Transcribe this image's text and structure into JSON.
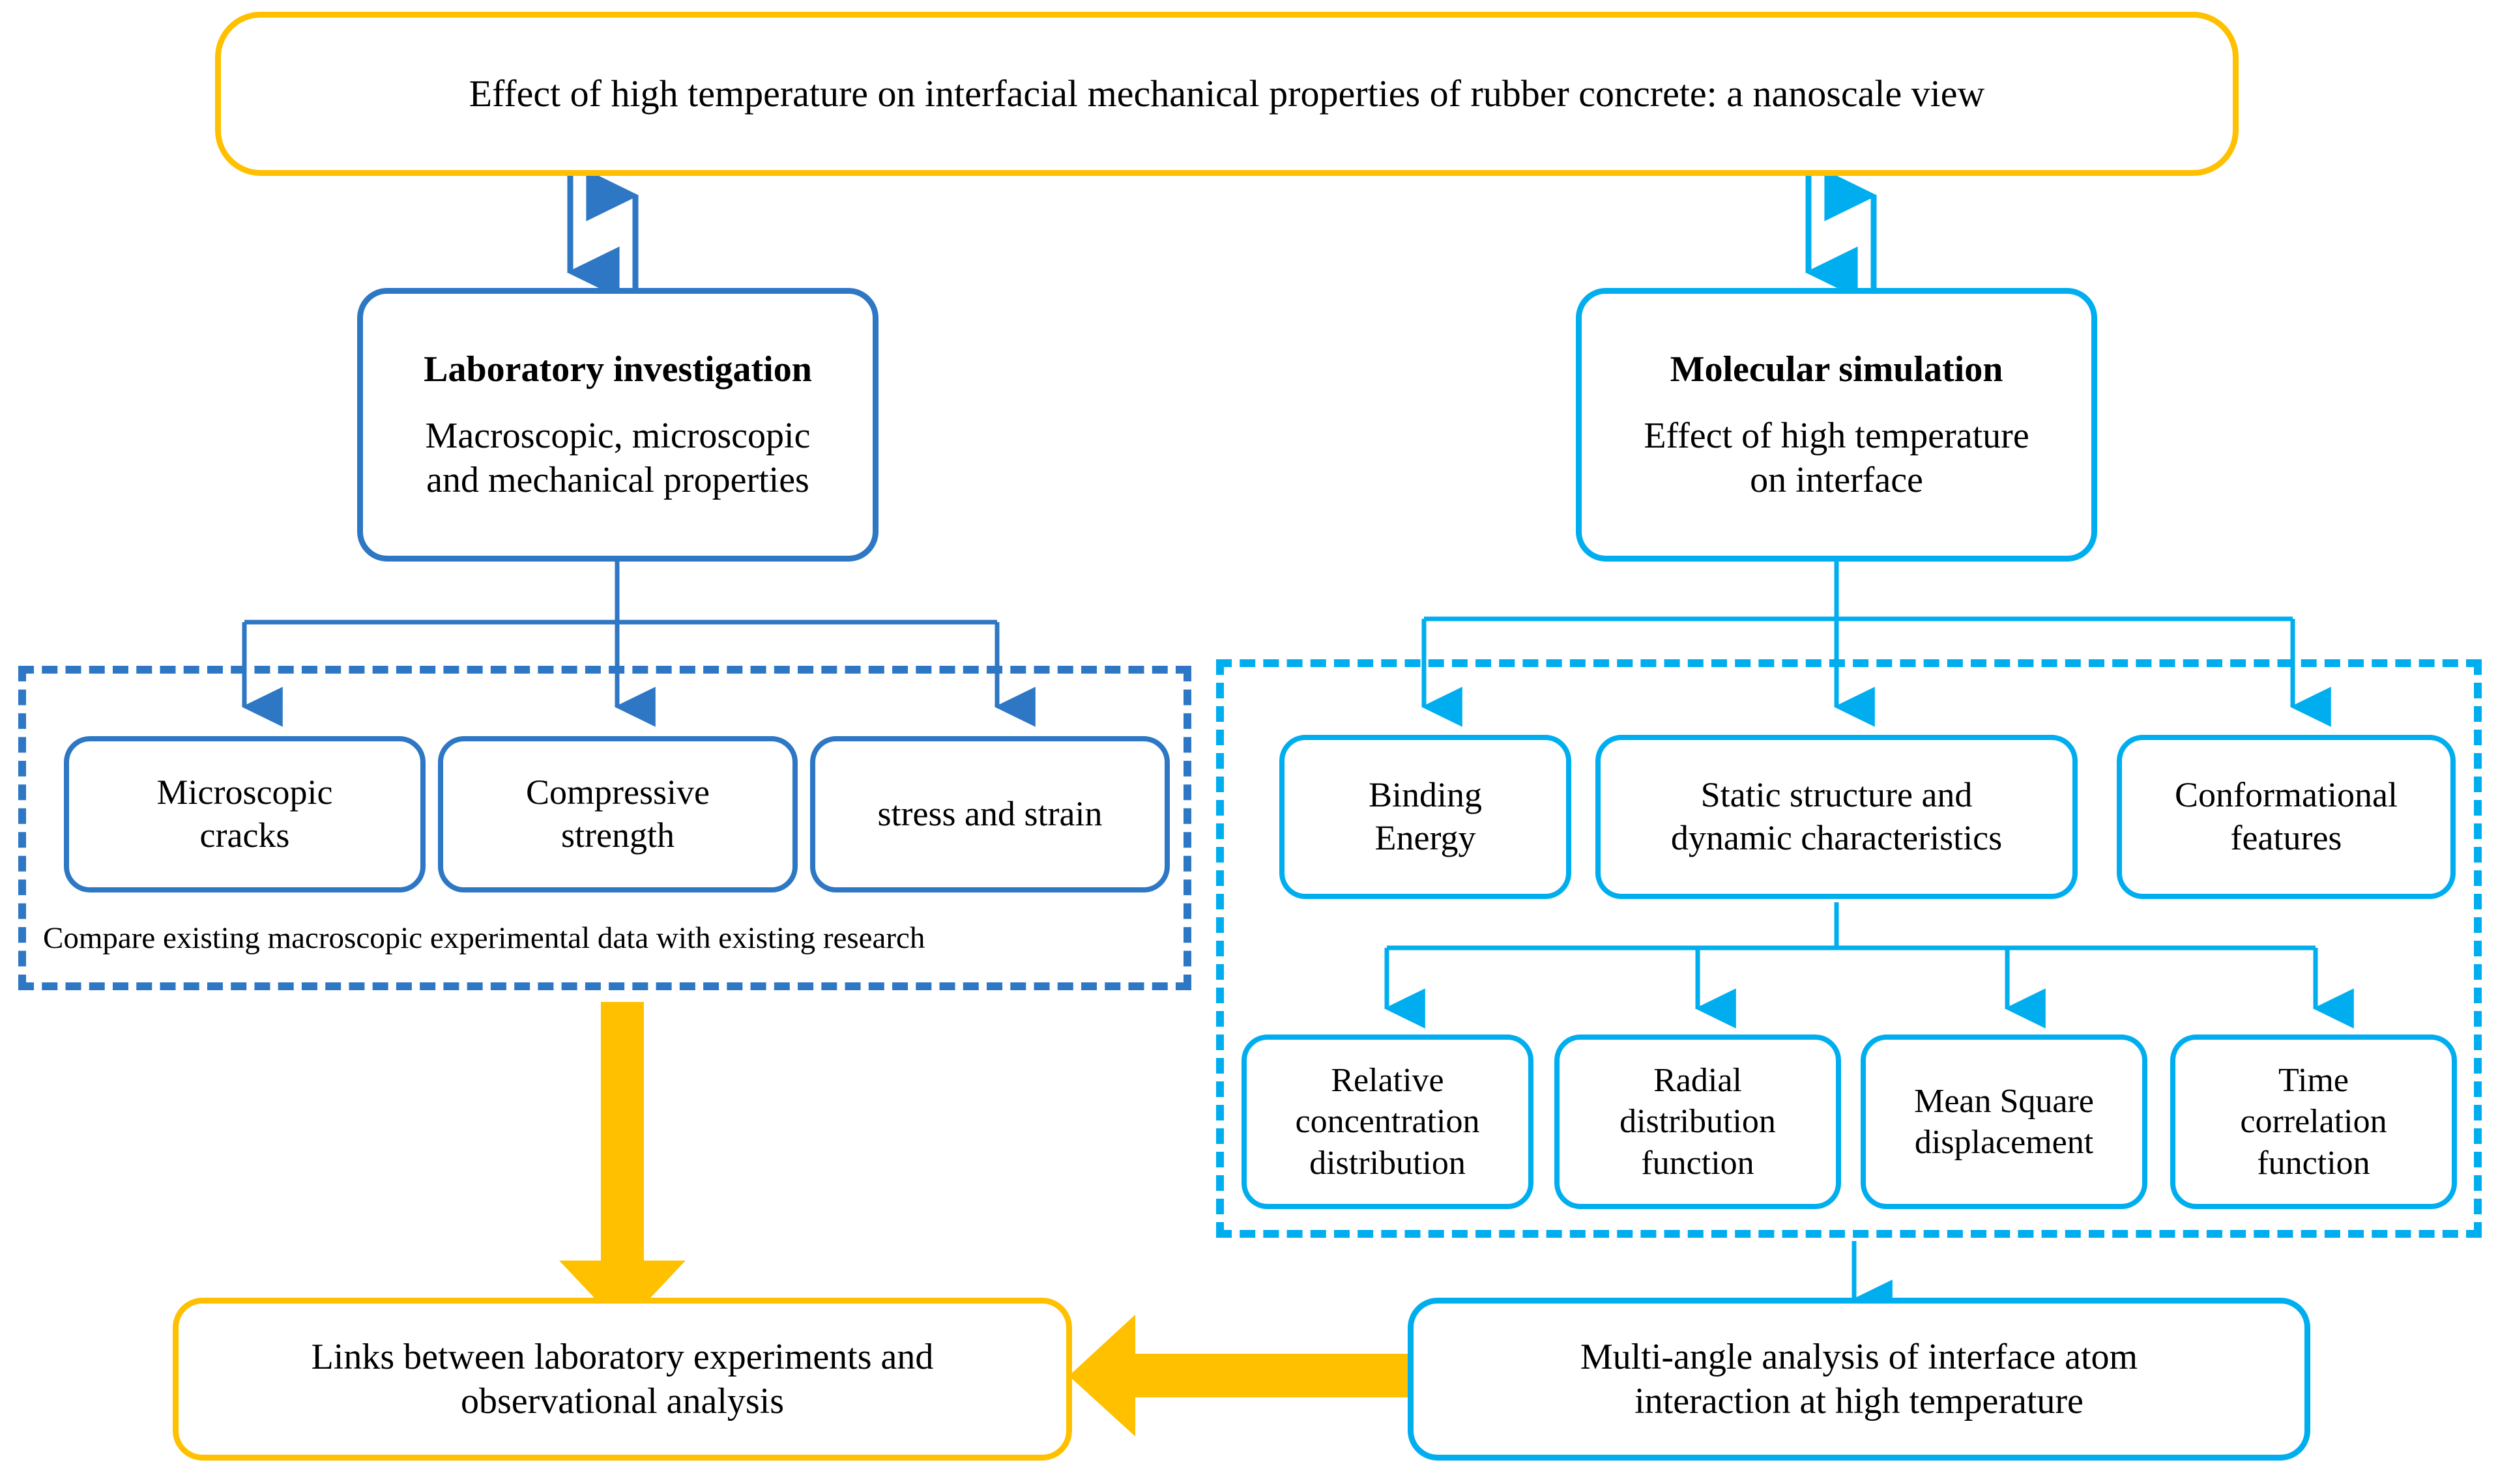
{
  "colors": {
    "accent_yellow": "#FFC000",
    "blue_dark": "#2E77C4",
    "blue_light": "#00AEEF",
    "text": "#000000",
    "background": "#FFFFFF"
  },
  "title_box": {
    "text": "Effect of high temperature on interfacial mechanical properties of rubber concrete: a nanoscale view"
  },
  "branches": {
    "laboratory": {
      "heading": "Laboratory investigation",
      "line1": "Macroscopic, microscopic",
      "line2": "and mechanical properties",
      "caption": "Compare existing macroscopic experimental data with existing research",
      "leaves": [
        {
          "line1": "Microscopic",
          "line2": "cracks"
        },
        {
          "line1": "Compressive",
          "line2": "strength"
        },
        {
          "line1": "stress and strain",
          "line2": ""
        }
      ]
    },
    "molecular": {
      "heading": "Molecular simulation",
      "line1": "Effect of high temperature",
      "line2": "on interface",
      "leaves": [
        {
          "line1": "Binding",
          "line2": "Energy"
        },
        {
          "line1": "Static structure and",
          "line2": "dynamic characteristics"
        },
        {
          "line1": "Conformational",
          "line2": "features"
        }
      ],
      "sub_leaves": [
        {
          "line1": "Relative",
          "line2": "concentration",
          "line3": "distribution"
        },
        {
          "line1": "Radial",
          "line2": "distribution",
          "line3": "function"
        },
        {
          "line1": "Mean Square",
          "line2": "displacement",
          "line3": ""
        },
        {
          "line1": "Time",
          "line2": "correlation",
          "line3": "function"
        }
      ]
    }
  },
  "outcomes": {
    "links_box": {
      "line1": "Links between laboratory experiments and",
      "line2": "observational analysis"
    },
    "multiangle_box": {
      "line1": "Multi-angle analysis of interface atom",
      "line2": "interaction at high temperature"
    }
  }
}
